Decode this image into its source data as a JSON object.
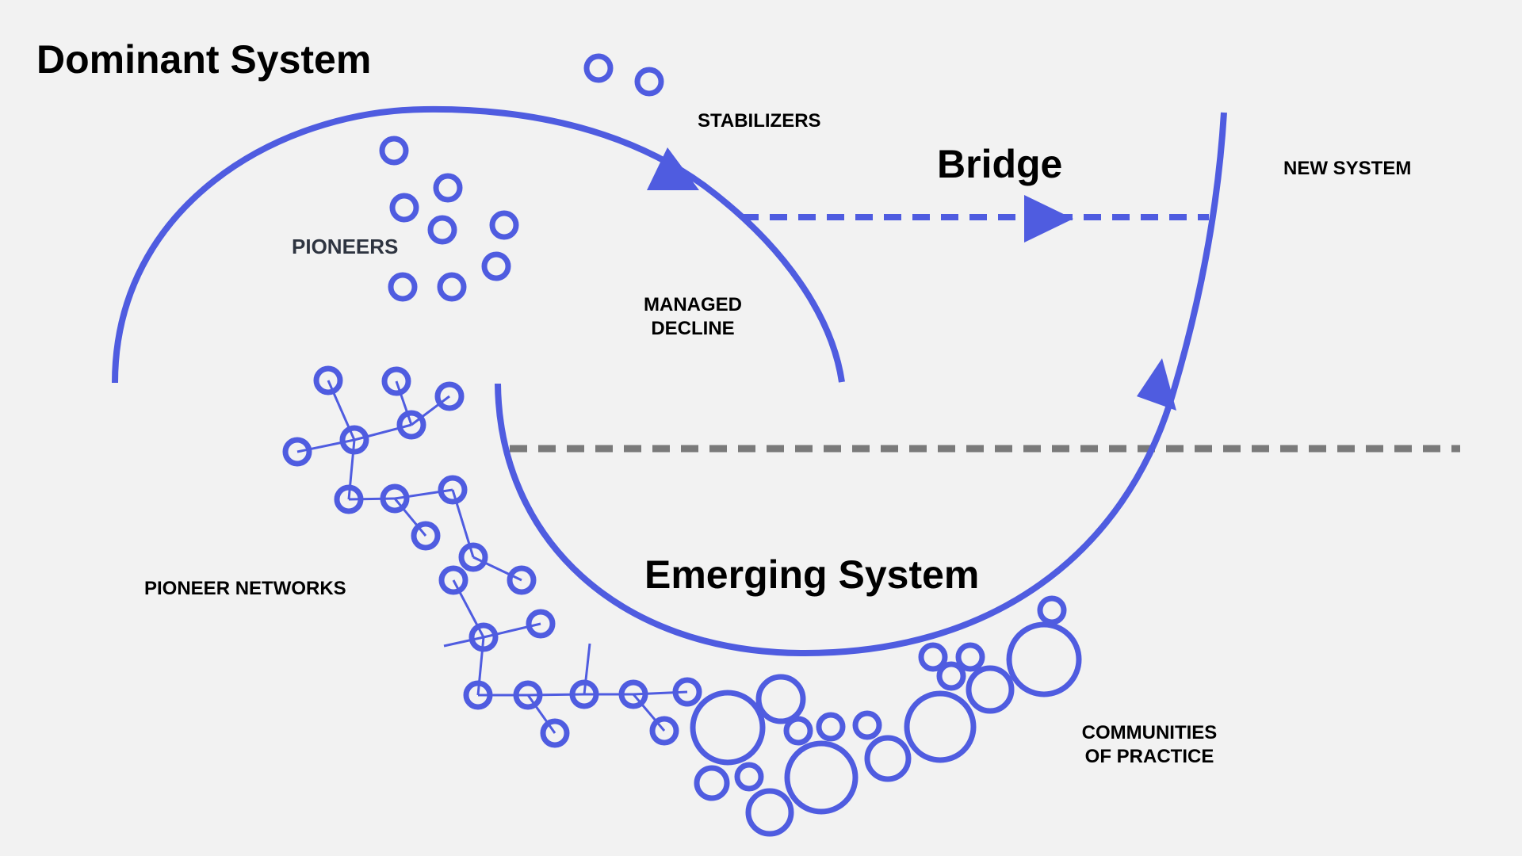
{
  "titles": {
    "dominant": "Dominant System",
    "bridge": "Bridge",
    "emerging": "Emerging System"
  },
  "labels": {
    "stabilizers": "STABILIZERS",
    "pioneers": "PIONEERS",
    "managed_line1": "MANAGED",
    "managed_line2": "DECLINE",
    "new_system": "NEW SYSTEM",
    "pioneer_networks": "PIONEER NETWORKS",
    "communities_line1": "COMMUNITIES",
    "communities_line2": "OF PRACTICE"
  },
  "colors": {
    "accent": "#4f5ce0",
    "divider": "#7a7a7a",
    "background": "#f2f2f2"
  }
}
